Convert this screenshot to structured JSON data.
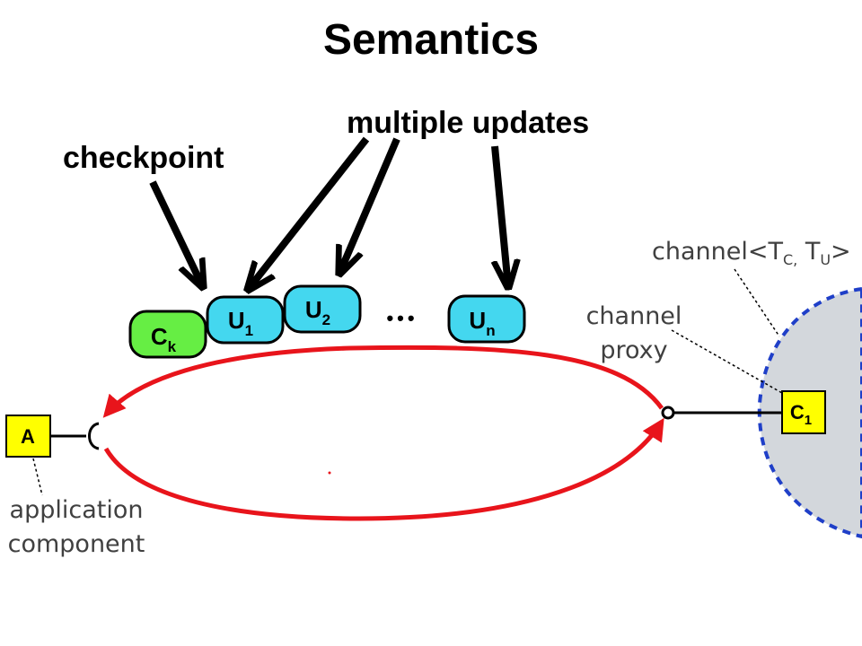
{
  "title": "Semantics",
  "callouts": {
    "checkpoint": "checkpoint",
    "updates": "multiple updates"
  },
  "messages": {
    "checkpoint": {
      "main": "C",
      "sub": "k",
      "color": "#66ee44"
    },
    "updates": [
      {
        "main": "U",
        "sub": "1"
      },
      {
        "main": "U",
        "sub": "2"
      },
      {
        "main": "U",
        "sub": "n"
      }
    ],
    "ellipsis": "•••",
    "update_color": "#44d7ef"
  },
  "components": {
    "application": "A",
    "channel_box": {
      "main": "C",
      "sub": "1"
    },
    "box_color": "#ffff00"
  },
  "labels": {
    "application_component": [
      "application",
      "component"
    ],
    "channel_proxy": [
      "channel",
      "proxy"
    ],
    "channel_type": {
      "prefix": "channel<T",
      "sub1": "C,",
      "mid": " T",
      "sub2": "U",
      "suffix": ">"
    }
  },
  "colors": {
    "loop": "#e8141b",
    "channel_region_fill": "#d3d7dc",
    "channel_region_border": "#1f3fc8"
  }
}
